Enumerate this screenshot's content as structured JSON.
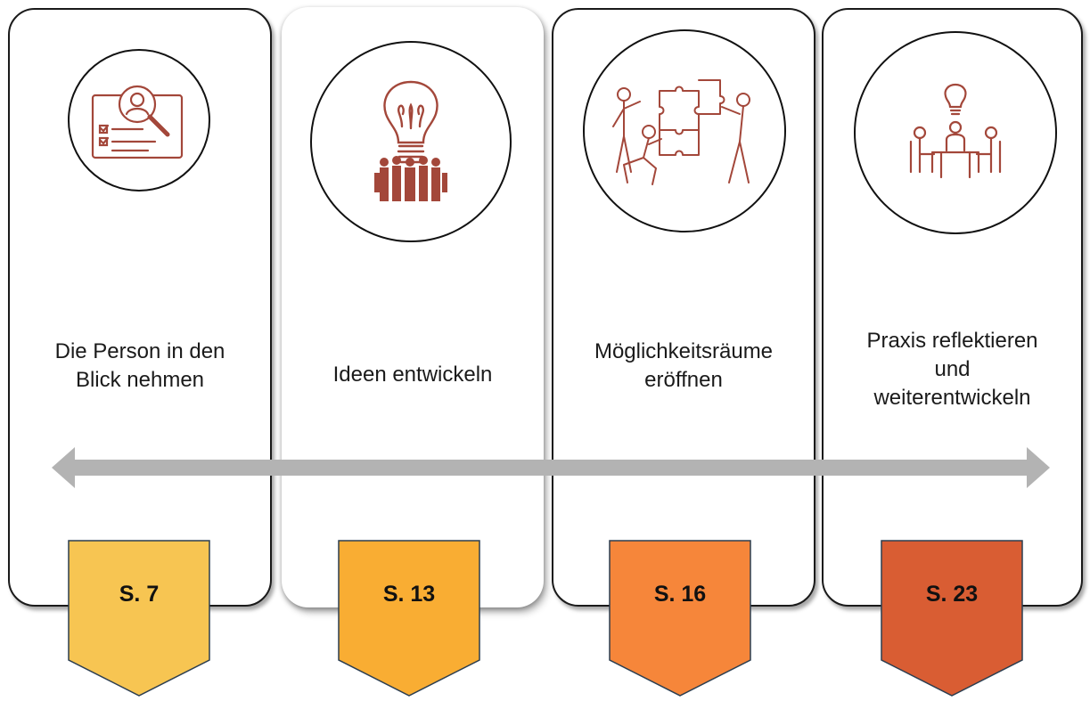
{
  "cards": [
    {
      "label_line1": "Die Person in den",
      "label_line2": "Blick nehmen",
      "icon": "person-search-profile-icon",
      "page": "S. 7",
      "page_color": "#f7c552"
    },
    {
      "label_line1": "Ideen entwickeln",
      "icon": "lightbulb-team-icon",
      "page": "S. 13",
      "page_color": "#f9ad33"
    },
    {
      "label_line1": "Möglichkeitsräume",
      "label_line2": "eröffnen",
      "icon": "puzzle-team-icon",
      "page": "S. 16",
      "page_color": "#f6863a"
    },
    {
      "label_line1": "Praxis reflektieren",
      "label_line2": "und",
      "label_line3": "weiterentwickeln",
      "icon": "meeting-table-lightbulb-icon",
      "page": "S. 23",
      "page_color": "#d95d33"
    }
  ],
  "colors": {
    "icon": "#a3473a",
    "arrow": "#b3b3b3",
    "outline": "#1a1a1a"
  }
}
